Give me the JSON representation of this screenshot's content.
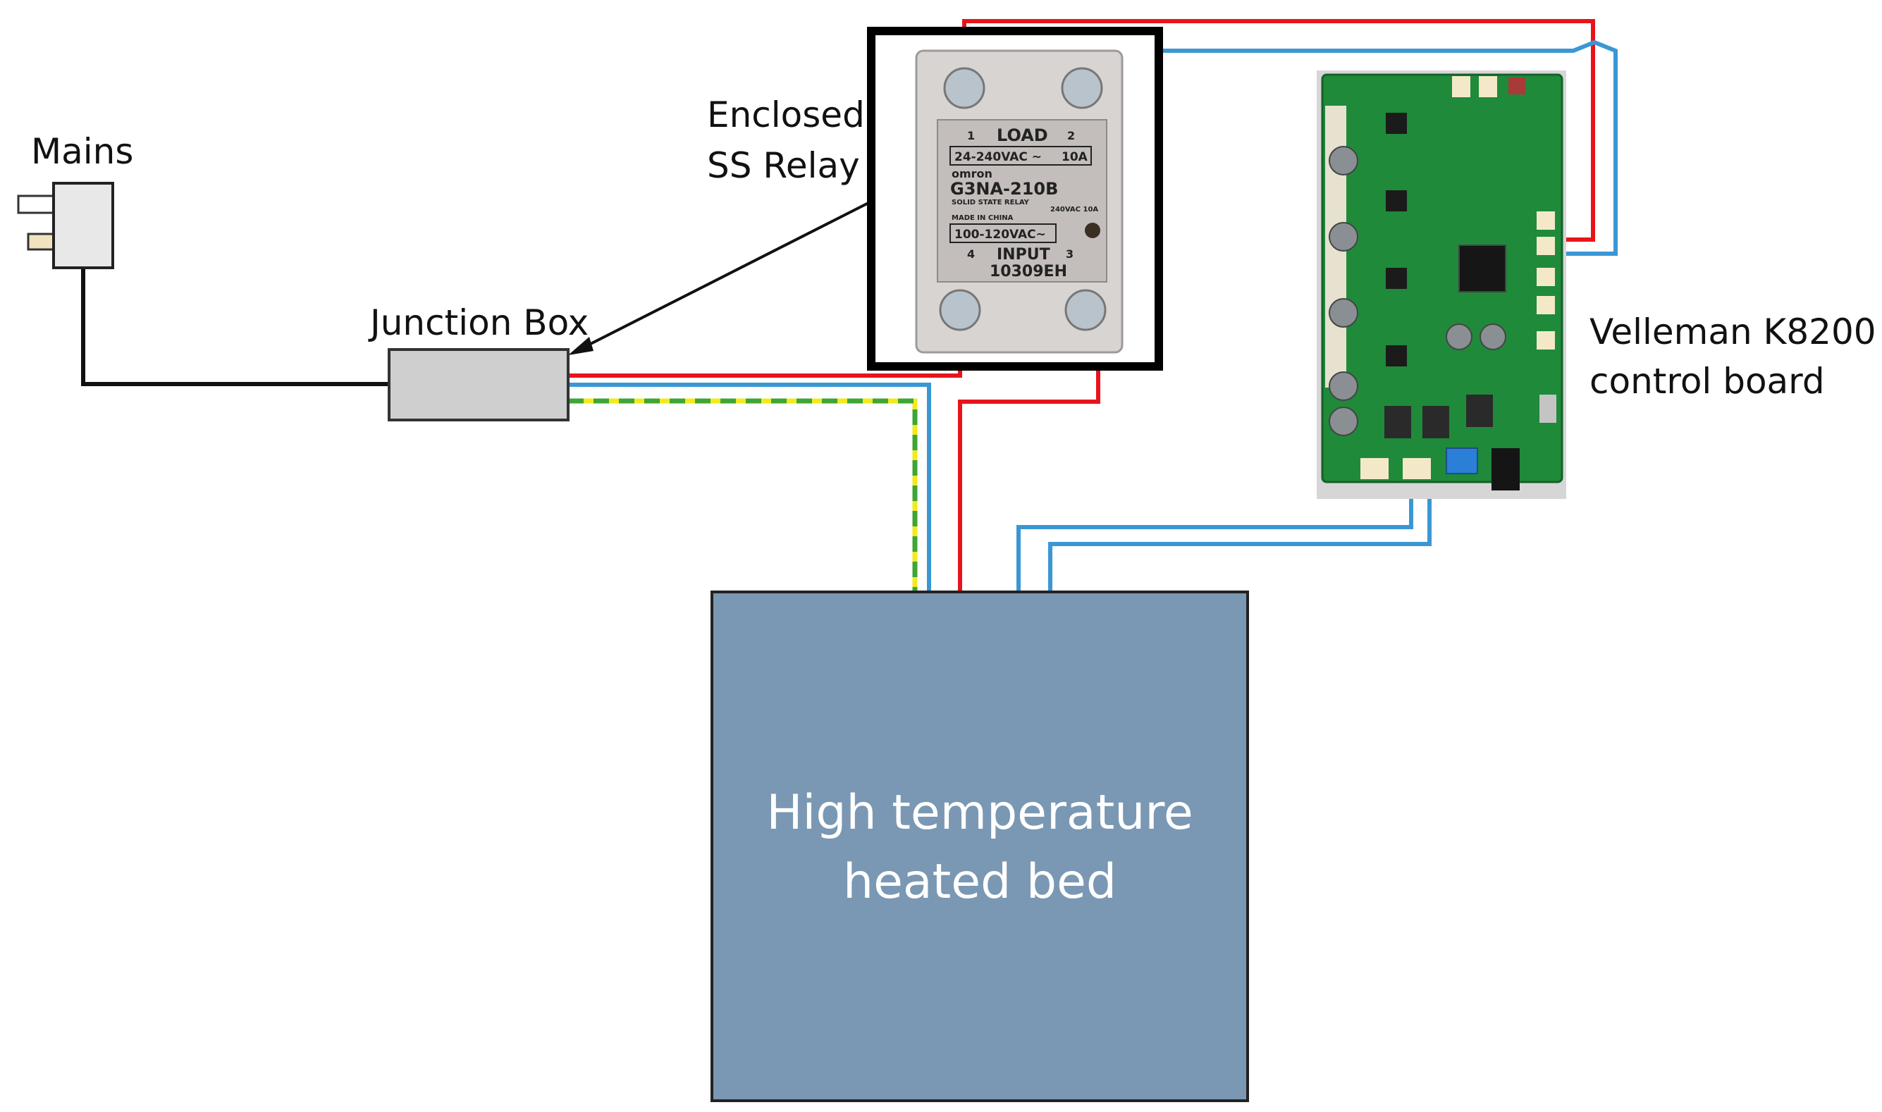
{
  "labels": {
    "mains": "Mains",
    "relay_line1": "Enclosed",
    "relay_line2": "SS Relay",
    "junction_box": "Junction Box",
    "board_line1": "Velleman K8200",
    "board_line2": "control board",
    "bed_line1": "High temperature",
    "bed_line2": "heated bed"
  },
  "relay_face": {
    "load": "LOAD",
    "load_rating": "24-240VAC ~",
    "amp_rating": "10A",
    "brand": "omron",
    "model": "G3NA-210B",
    "subtitle": "SOLID STATE RELAY",
    "rating2": "240VAC 10A",
    "made": "MADE IN CHINA",
    "input_rating": "100-120VAC~",
    "input": "INPUT",
    "code": "10309EH",
    "t1": "1",
    "t2": "2",
    "t3": "3",
    "t4": "4"
  },
  "colors": {
    "live": "#e8141b",
    "neutral": "#3a97d4",
    "earth_yellow": "#f2ea1d",
    "earth_green": "#3fa535",
    "mains_cable": "#111111",
    "bed_fill": "#7a98b3",
    "junction_fill": "#cfcfcf",
    "pcb_green": "#1f8a3a"
  }
}
